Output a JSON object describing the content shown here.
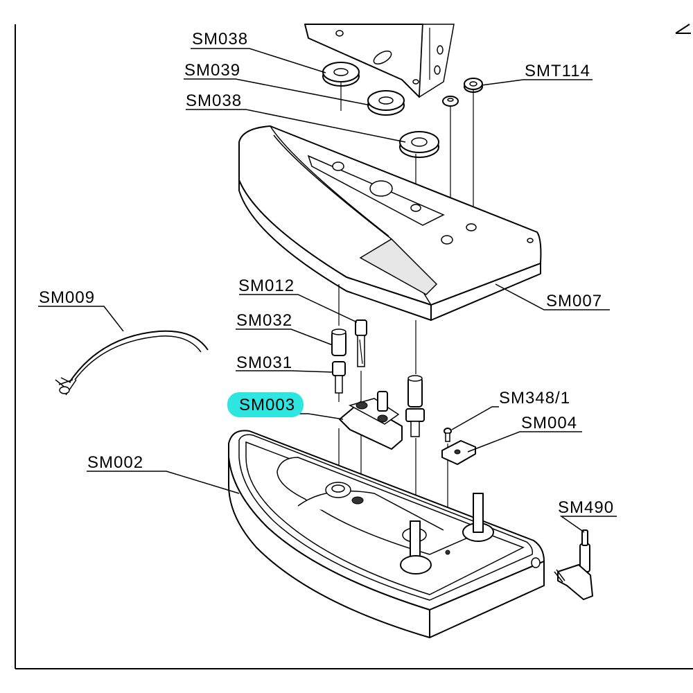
{
  "labels": {
    "sm038_top": "SM038",
    "sm039": "SM039",
    "sm038_mid": "SM038",
    "smt114": "SMT114",
    "sm007": "SM007",
    "sm009": "SM009",
    "sm012": "SM012",
    "sm032": "SM032",
    "sm031": "SM031",
    "sm003": "SM003",
    "sm348": "SM348/1",
    "sm004": "SM004",
    "sm002": "SM002",
    "sm490": "SM490"
  },
  "highlight": {
    "part": "SM003",
    "color": "#2ee6e0"
  }
}
